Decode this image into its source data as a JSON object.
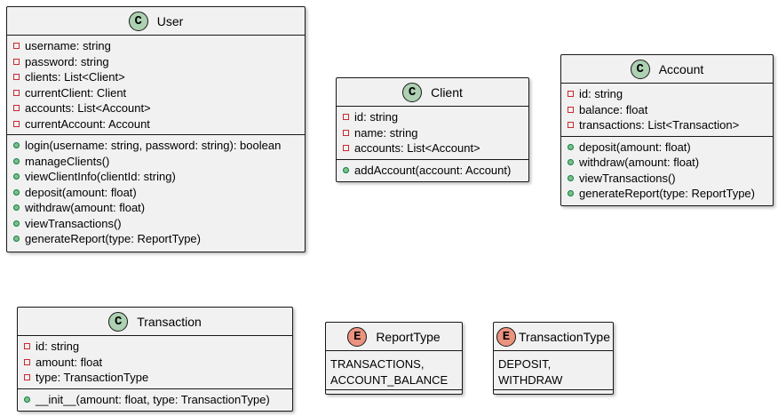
{
  "colors": {
    "class_badge": "#add1b2",
    "enum_badge": "#eb937f",
    "box_fill": "#f1f1f1",
    "border": "#181818",
    "private_marker": "#c82930",
    "public_marker": "#84be84"
  },
  "classes": {
    "user": {
      "kind": "C",
      "name": "User",
      "fields": [
        "username: string",
        "password: string",
        "clients: List<Client>",
        "currentClient: Client",
        "accounts: List<Account>",
        "currentAccount: Account"
      ],
      "methods": [
        "login(username: string, password: string): boolean",
        "manageClients()",
        "viewClientInfo(clientId: string)",
        "deposit(amount: float)",
        "withdraw(amount: float)",
        "viewTransactions()",
        "generateReport(type: ReportType)"
      ]
    },
    "client": {
      "kind": "C",
      "name": "Client",
      "fields": [
        "id: string",
        "name: string",
        "accounts: List<Account>"
      ],
      "methods": [
        "addAccount(account: Account)"
      ]
    },
    "account": {
      "kind": "C",
      "name": "Account",
      "fields": [
        "id: string",
        "balance: float",
        "transactions: List<Transaction>"
      ],
      "methods": [
        "deposit(amount: float)",
        "withdraw(amount: float)",
        "viewTransactions()",
        "generateReport(type: ReportType)"
      ]
    },
    "transaction": {
      "kind": "C",
      "name": "Transaction",
      "fields": [
        "id: string",
        "amount: float",
        "type: TransactionType"
      ],
      "methods": [
        "__init__(amount: float, type: TransactionType)"
      ]
    }
  },
  "enums": {
    "report_type": {
      "kind": "E",
      "name": "ReportType",
      "values": [
        "TRANSACTIONS,",
        "ACCOUNT_BALANCE"
      ]
    },
    "transaction_type": {
      "kind": "E",
      "name": "TransactionType",
      "values": [
        "DEPOSIT,",
        "WITHDRAW"
      ]
    }
  }
}
